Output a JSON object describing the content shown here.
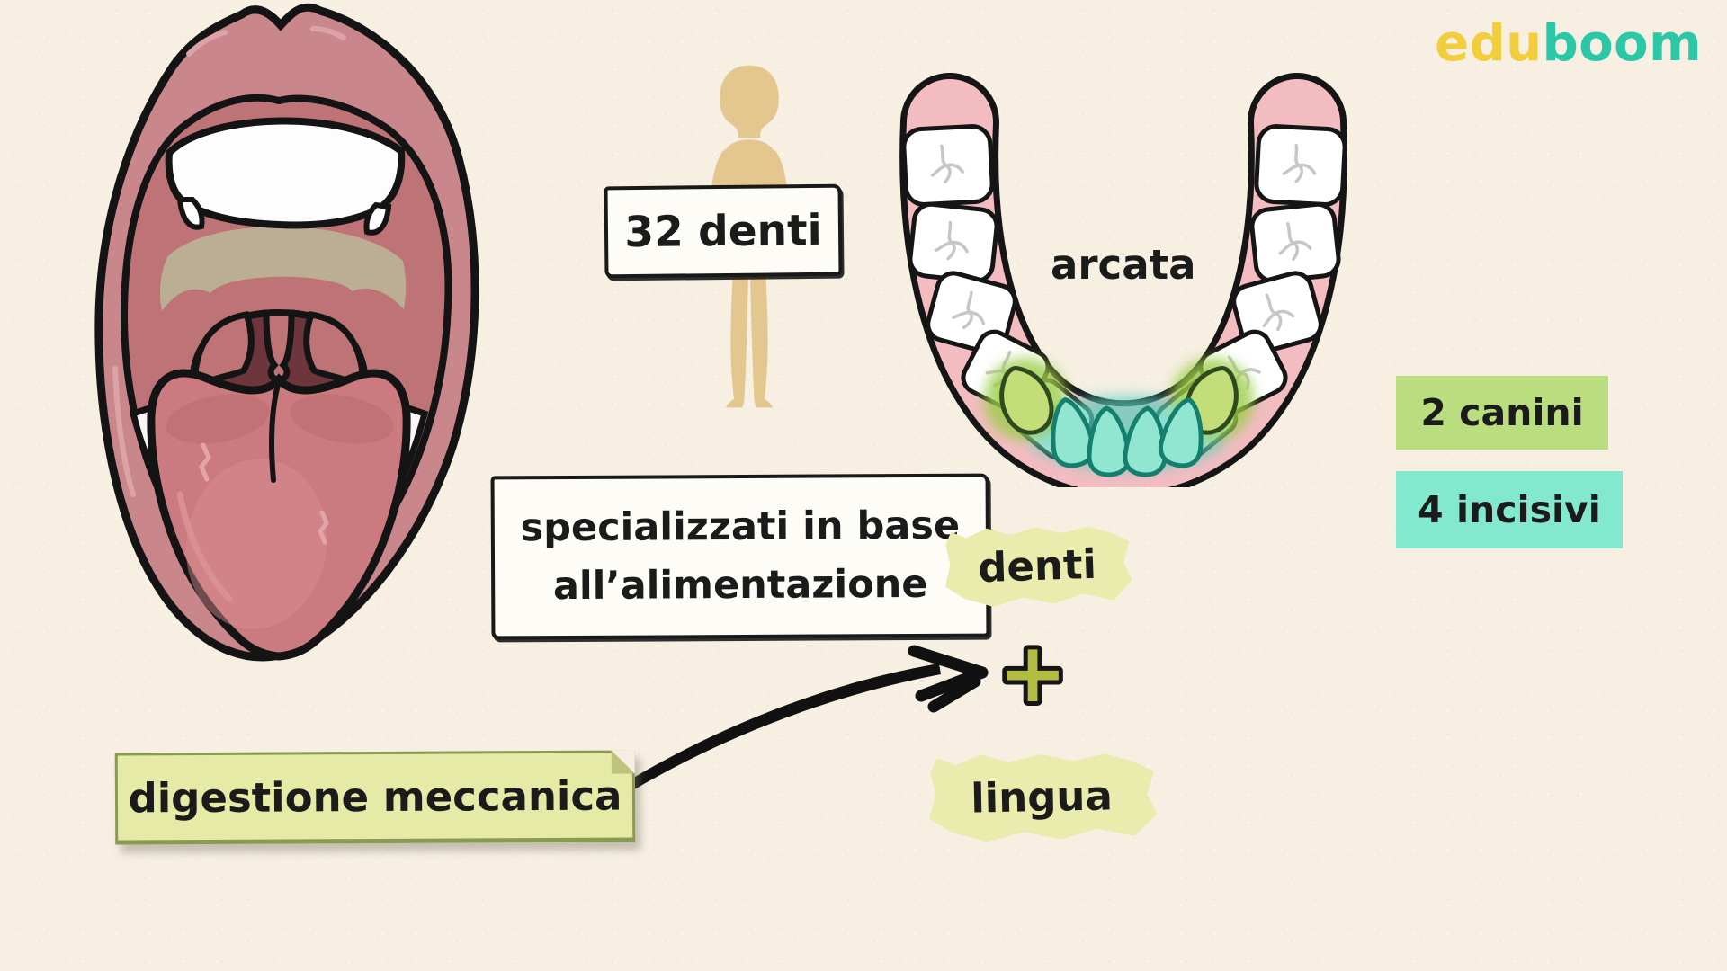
{
  "frame": {
    "background": "#F6EFE2"
  },
  "logo": {
    "edu": "edu",
    "boom": "boom",
    "edu_color": "#F2CE3C",
    "boom_color": "#2BC8A8"
  },
  "illustrations": {
    "mouth": "open-mouth-illustration",
    "body": "human-body-silhouette",
    "arch": "lower-dental-arch-illustration",
    "arrow": "curved-arrow-icon",
    "plus": "plus-icon"
  },
  "boxes": {
    "teeth_count": "32 denti",
    "specialized_line1": "specializzati in base",
    "specialized_line2": "all’alimentazione"
  },
  "arch": {
    "label": "arcata",
    "gum_color": "#F2BCC1",
    "incisor_color": "#90E6D1",
    "canine_color": "#C3DE78"
  },
  "badges": {
    "canini": {
      "label": "2 canini",
      "color": "#BADD80"
    },
    "incisivi": {
      "label": "4 incisivi",
      "color": "#83E9CE"
    }
  },
  "highlights": {
    "denti": "denti",
    "lingua": "lingua",
    "color": "#E9ECAC"
  },
  "plus": {
    "glyph": "+",
    "color": "#B2BC41"
  },
  "note": {
    "digestione": "digestione meccanica",
    "color": "#E5EAA6"
  },
  "palette": {
    "body_silhouette": "#E3C78F",
    "lips": "#C9868B",
    "tongue": "#CB7B7F",
    "throat": "#6C363C",
    "text": "#1B1B1B"
  }
}
